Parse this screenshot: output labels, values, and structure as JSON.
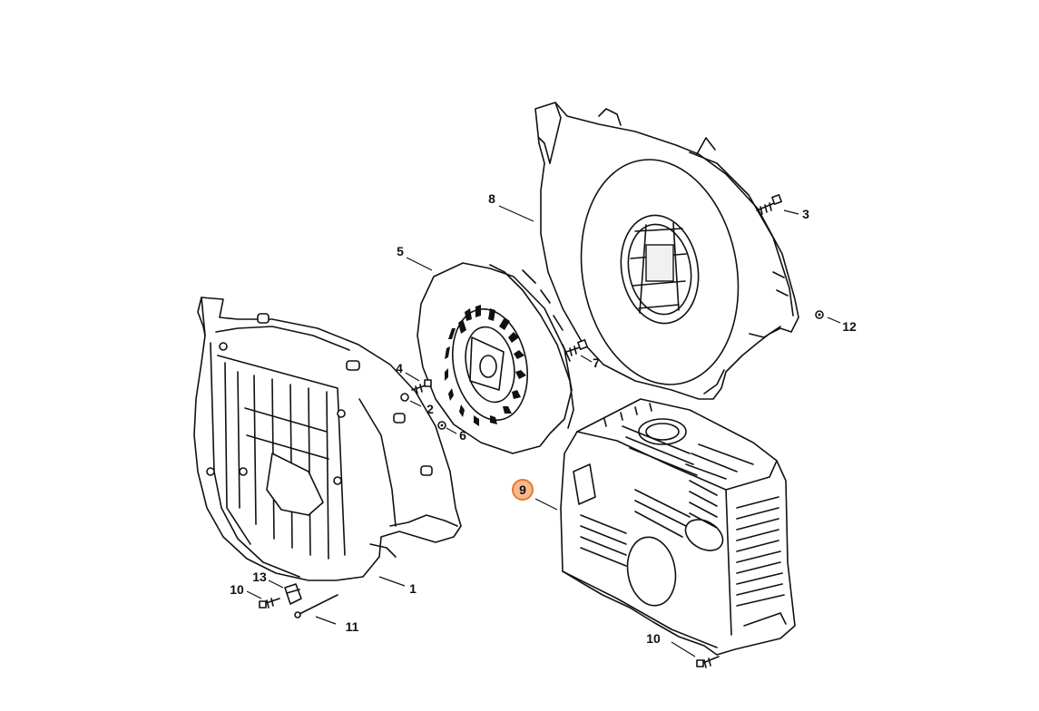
{
  "colors": {
    "line": "#111111",
    "background": "#ffffff",
    "highlight_fill": "#f6b98f",
    "highlight_stroke": "#e8782e"
  },
  "highlighted_callout": "9",
  "callouts": [
    {
      "id": "c1",
      "label": "1"
    },
    {
      "id": "c2",
      "label": "2"
    },
    {
      "id": "c3",
      "label": "3"
    },
    {
      "id": "c4",
      "label": "4"
    },
    {
      "id": "c5",
      "label": "5"
    },
    {
      "id": "c6",
      "label": "6"
    },
    {
      "id": "c7",
      "label": "7"
    },
    {
      "id": "c8",
      "label": "8"
    },
    {
      "id": "c9",
      "label": "9"
    },
    {
      "id": "c10a",
      "label": "10"
    },
    {
      "id": "c10b",
      "label": "10"
    },
    {
      "id": "c11",
      "label": "11"
    },
    {
      "id": "c12",
      "label": "12"
    },
    {
      "id": "c13",
      "label": "13"
    }
  ]
}
